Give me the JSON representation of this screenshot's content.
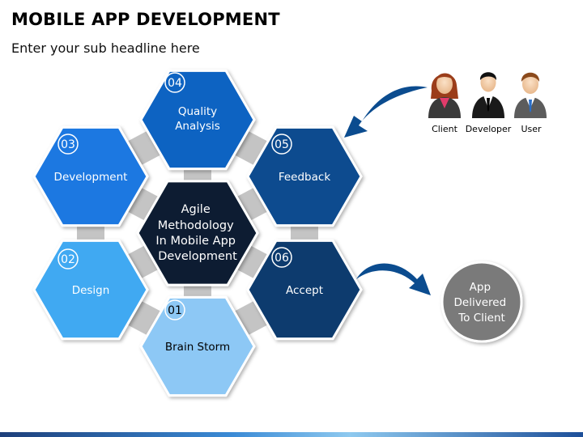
{
  "header": {
    "title": "MOBILE APP DEVELOPMENT",
    "subtitle": "Enter your sub headline here"
  },
  "center": {
    "lines": [
      "Agile",
      "Methodology",
      "In Mobile App",
      "Development"
    ]
  },
  "hexagons": [
    {
      "num": "01",
      "lines": [
        "Brain Storm"
      ],
      "color": "#8dc8f5"
    },
    {
      "num": "02",
      "lines": [
        "Design"
      ],
      "color": "#41a9f2"
    },
    {
      "num": "03",
      "lines": [
        "Development"
      ],
      "color": "#1b78e1"
    },
    {
      "num": "04",
      "lines": [
        "Quality",
        "Analysis"
      ],
      "color": "#0e63c2"
    },
    {
      "num": "05",
      "lines": [
        "Feedback"
      ],
      "color": "#0b4c8f"
    },
    {
      "num": "06",
      "lines": [
        "Accept"
      ],
      "color": "#0a3a6e"
    }
  ],
  "people": [
    {
      "label": "Client",
      "icon": "woman-icon"
    },
    {
      "label": "Developer",
      "icon": "man-suit-icon"
    },
    {
      "label": "User",
      "icon": "man-icon"
    }
  ],
  "result": {
    "lines": [
      "App",
      "Delivered",
      "To Client"
    ]
  },
  "colors": {
    "center": "#0a1f33",
    "connector": "#c4c4c4",
    "arrow": "#0b4c8f",
    "circle": "#7a7a7a"
  }
}
